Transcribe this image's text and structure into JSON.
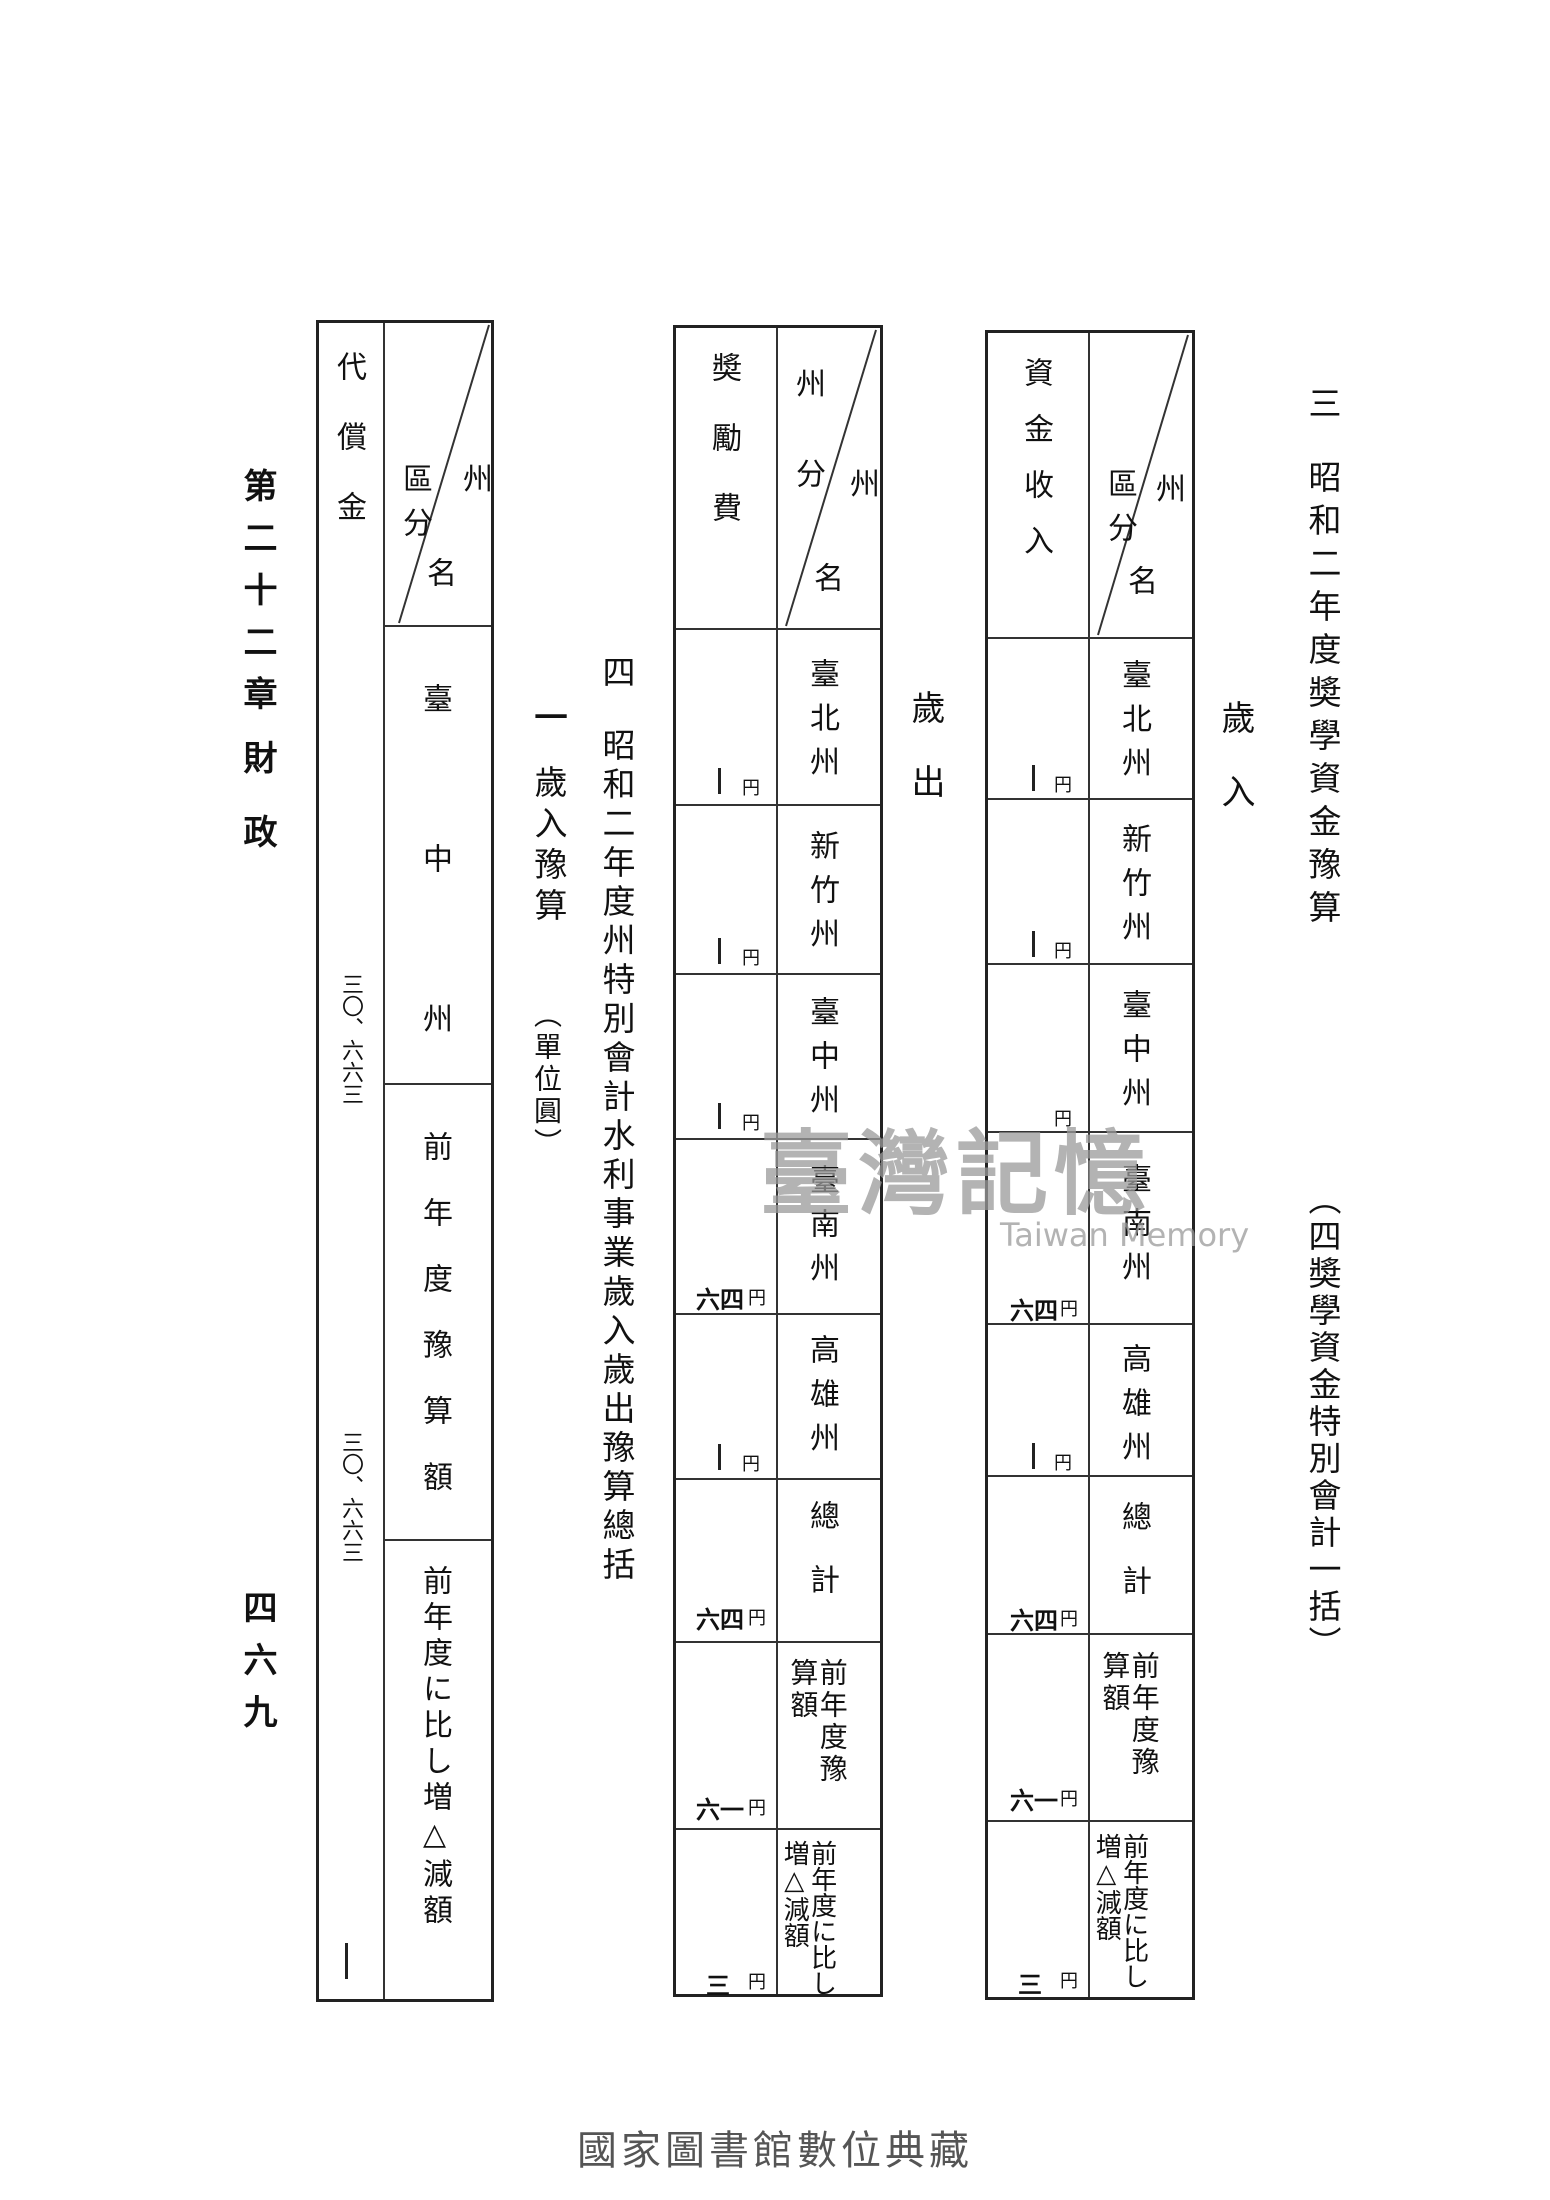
{
  "running_head": {
    "chapter": "第二十二章",
    "subject": "財政",
    "page": "四六九"
  },
  "section3": {
    "num": "三",
    "title": "昭和二年度奬學資金豫算",
    "subtitle": "（四奬學資金特別會計一括）",
    "revenue": {
      "label": "歲入",
      "header_top": "州",
      "header_mid": "區分",
      "header_bot": "名",
      "row_label": "資金收入",
      "columns": [
        "臺北州",
        "新竹州",
        "臺中州",
        "臺南州",
        "高雄州",
        "總計",
        "前年度豫算額",
        "前年度に比し増△減額"
      ],
      "values": [
        "|",
        "|",
        "|",
        "六四",
        "|",
        "六四",
        "六一",
        "三"
      ],
      "unit": "円"
    },
    "expenditure": {
      "label": "歲出",
      "header_top": "州",
      "header_mid": "州分",
      "header_bot": "名",
      "row_label": "奬勵費",
      "columns": [
        "臺北州",
        "新竹州",
        "臺中州",
        "臺南州",
        "高雄州",
        "總計",
        "前年度豫算額",
        "前年度に比し増△減額"
      ],
      "values": [
        "|",
        "|",
        "|",
        "六四",
        "|",
        "六四",
        "六一",
        "三"
      ],
      "unit": "円"
    }
  },
  "section4": {
    "num": "四",
    "title": "昭和二年度州特別會計水利事業歲入歲出豫算總括",
    "sub_num": "一",
    "sub_title": "歲入豫算",
    "sub_unit": "（單位圓）",
    "table": {
      "header_top": "州",
      "header_mid": "區分",
      "header_bot": "名",
      "row_label": "代償金",
      "columns": [
        "臺中州",
        "前年度豫算額",
        "前年度に比し増△減額"
      ],
      "values": [
        "三〇、六六三",
        "三〇、六六三",
        "|"
      ]
    }
  },
  "watermark": {
    "main": "臺灣記憶",
    "sub": "Taiwan Memory"
  },
  "footer": "國家圖書館數位典藏"
}
